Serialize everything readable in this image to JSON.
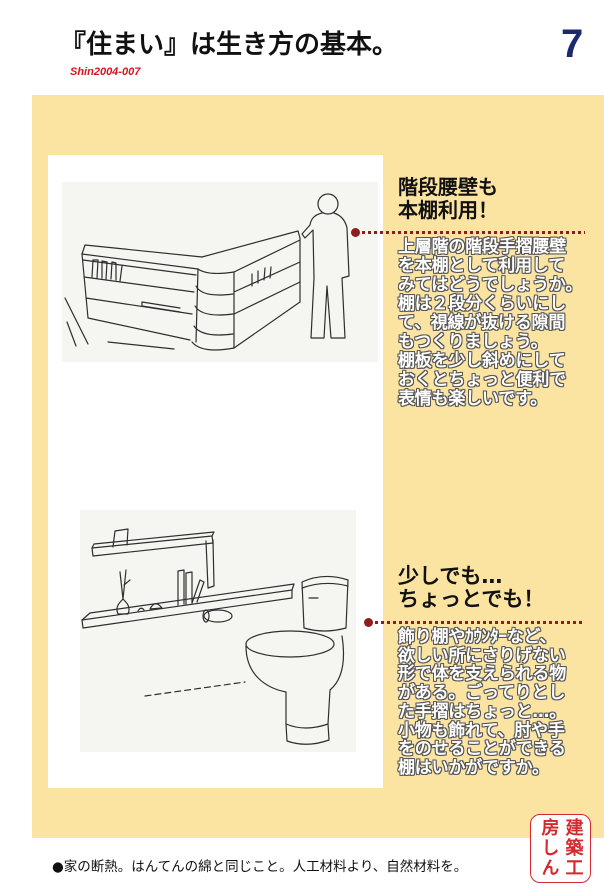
{
  "header": {
    "title": "『住まい』は生き方の基本。",
    "code": "Shin2004-007",
    "page_number": "7"
  },
  "sections": [
    {
      "heading": [
        "階段腰壁も",
        "本棚利用！"
      ],
      "body": [
        "上層階の階段手摺腰壁",
        "を本棚として利用して",
        "みてはどうでしょうか。",
        "棚は２段分くらいにし",
        "て、視線が抜ける隙間",
        "もつくりましょう。",
        "棚板を少し斜めにして",
        "おくとちょっと便利で",
        "表情も楽しいです。"
      ]
    },
    {
      "heading": [
        "少しでも…",
        "ちょっとでも！"
      ],
      "body": [
        "飾り棚やｶｳﾝﾀｰなど、",
        "欲しい所にさりげない",
        "形で体を支えられる物",
        "がある。ごってりとし",
        "た手摺はちょっと…。",
        "小物も飾れて、肘や手",
        "をのせることができる",
        "棚はいかがですか。"
      ]
    }
  ],
  "footer": {
    "note": "●家の断熱。はんてんの綿と同じこと。人工材料より、自然材料を。"
  },
  "logo": {
    "text": "建築工房しん"
  },
  "colors": {
    "panel_background": "#fbe4a2",
    "code_red": "#d7141c",
    "page_number": "#1b2a6b",
    "rule": "#8e1e1e",
    "logo_red": "#d42a2e"
  }
}
